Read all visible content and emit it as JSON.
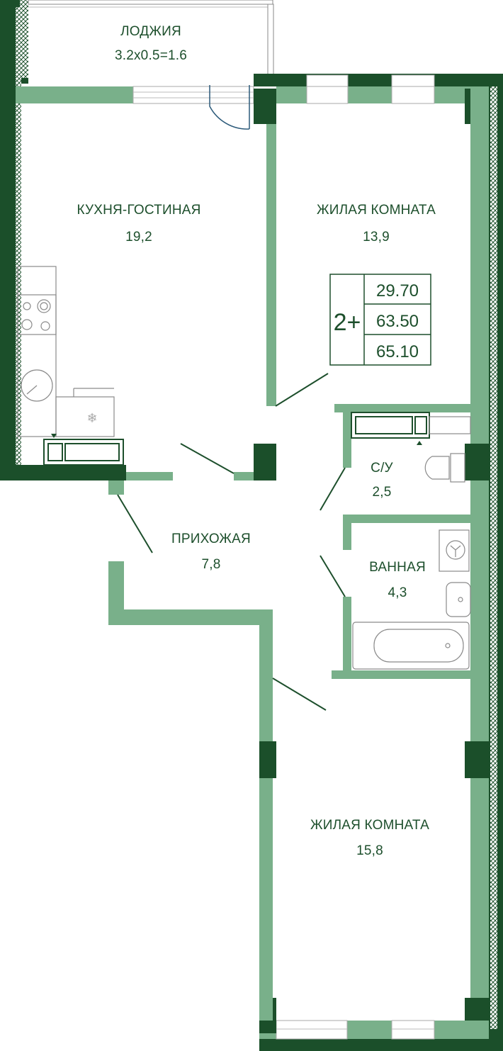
{
  "rooms": {
    "loggia": {
      "name": "ЛОДЖИЯ",
      "dims": "3.2x0.5=1.6"
    },
    "kitchen_living": {
      "name": "КУХНЯ-ГОСТИНАЯ",
      "area": "19,2"
    },
    "bedroom_1": {
      "name": "ЖИЛАЯ КОМНАТА",
      "area": "13,9"
    },
    "toilet": {
      "name": "С/У",
      "area": "2,5"
    },
    "hallway": {
      "name": "ПРИХОЖАЯ",
      "area": "7,8"
    },
    "bathroom": {
      "name": "ВАННАЯ",
      "area": "4,3"
    },
    "bedroom_2": {
      "name": "ЖИЛАЯ КОМНАТА",
      "area": "15,8"
    }
  },
  "badge": {
    "room_count": "2+",
    "living_area": "29.70",
    "total_area": "63.50",
    "area_with_loggia": "65.10"
  },
  "colors": {
    "wall_dark": "#1b4f2a",
    "wall_light": "#79b08a",
    "text": "#1d4f2c",
    "door_blue": "#2c5a7a"
  }
}
